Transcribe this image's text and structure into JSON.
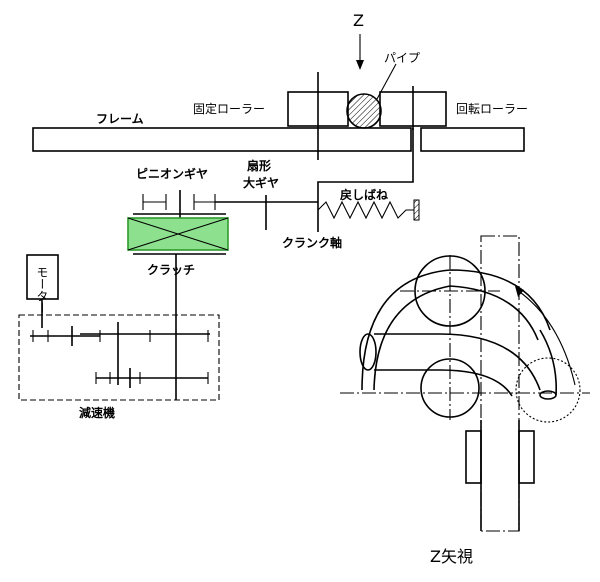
{
  "labels": {
    "z_top": "Z",
    "pipe": "パイプ",
    "fixed_roller": "固定ローラー",
    "rotating_roller": "回転ローラー",
    "frame": "フレーム",
    "pinion_gear": "ピニオンギヤ",
    "sector_gear_line1": "扇形",
    "sector_gear_line2": "大ギヤ",
    "return_spring": "戻しばね",
    "crank_shaft": "クランク軸",
    "clutch": "クラッチ",
    "motor": "モーター",
    "reducer": "減速機",
    "z_view": "Z矢視"
  },
  "colors": {
    "clutch_fill": "#8de08d",
    "clutch_stroke": "#2e9b2e"
  }
}
